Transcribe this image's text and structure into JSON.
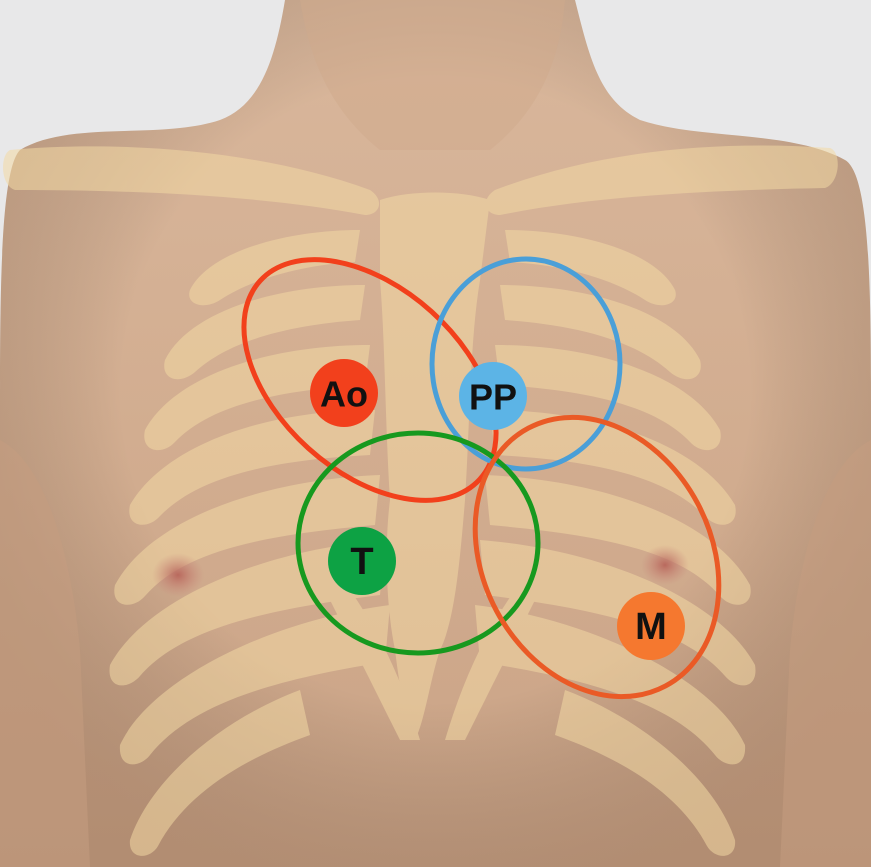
{
  "auscultation_areas": [
    {
      "id": "aortic",
      "label": "Ao",
      "color": "#f2401c",
      "ring_color": "#f2401c"
    },
    {
      "id": "pulmonary",
      "label": "PP",
      "color": "#5cb4e6",
      "ring_color": "#4a9fd8"
    },
    {
      "id": "tricuspid",
      "label": "T",
      "color": "#0da244",
      "ring_color": "#17991f"
    },
    {
      "id": "mitral",
      "label": "M",
      "color": "#f5782f",
      "ring_color": "#ea5a26"
    }
  ]
}
